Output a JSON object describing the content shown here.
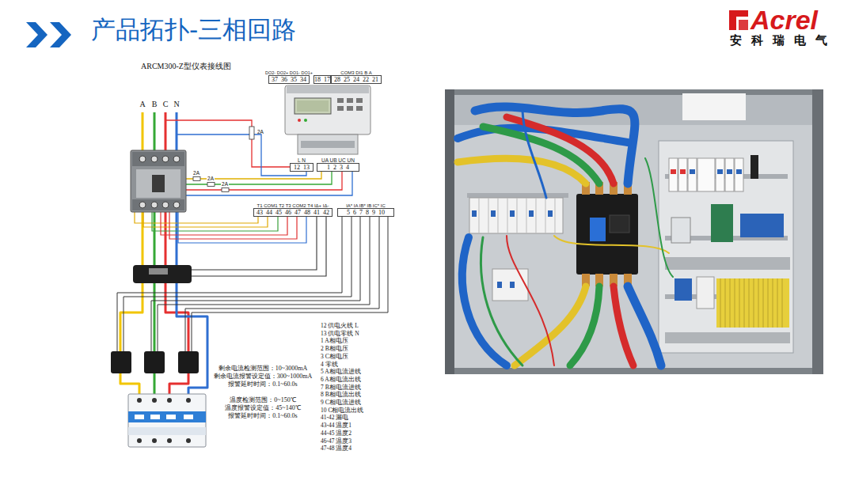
{
  "diagram": {
    "title": "产品拓扑-三相回路",
    "nodes": [
      {
        "text": [
          "DO2- DO2+ DO1- DO1+",
          "37 36 35 34"
        ]
      },
      {
        "text": [
          "18 17"
        ]
      },
      {
        "text": [
          "COM3 DI1 B A",
          "28 25 24 22 21"
        ]
      },
      {
        "text": [
          "L N",
          "12 13"
        ]
      },
      {
        "text": [
          "UA UB UC UN",
          "1 2 3 4"
        ]
      },
      {
        "text": [
          "T1 COM1 T2 T3 COM2 T4 IΔ+ IΔ-",
          "43 44 45 46 47 48 41 42"
        ]
      },
      {
        "text": [
          "IA* IA IB* IB IC* IC",
          "5 6 7 8 9 10"
        ]
      }
    ],
    "labels": [
      "Acrel",
      "安科瑞电气",
      "ARCM300-Z型仪表接线图",
      "A",
      "B",
      "C",
      "N",
      "2A",
      "2A",
      "2A",
      "2A",
      "剩余电流检测范围：10~3000mA",
      "剩余电流报警设定值：300~1000mA",
      "报警延时时间：0.1~60.0s",
      "温度检测范围：0~150℃",
      "温度报警设定值：45~140℃",
      "报警延时时间：0.1~60.0s",
      "12 供电火线 L",
      "13 供电零线 N",
      "1 A相电压",
      "2 B相电压",
      "3 C相电压",
      "4 零线",
      "5 A相电流进线",
      "6 A相电流出线",
      "7 B相电流进线",
      "8 B相电流出线",
      "9 C相电流进线",
      "10 C相电流出线",
      "41-42 漏电",
      "43-44 温度1",
      "44-45 温度2",
      "46-47 温度3",
      "47-48 温度4"
    ]
  }
}
